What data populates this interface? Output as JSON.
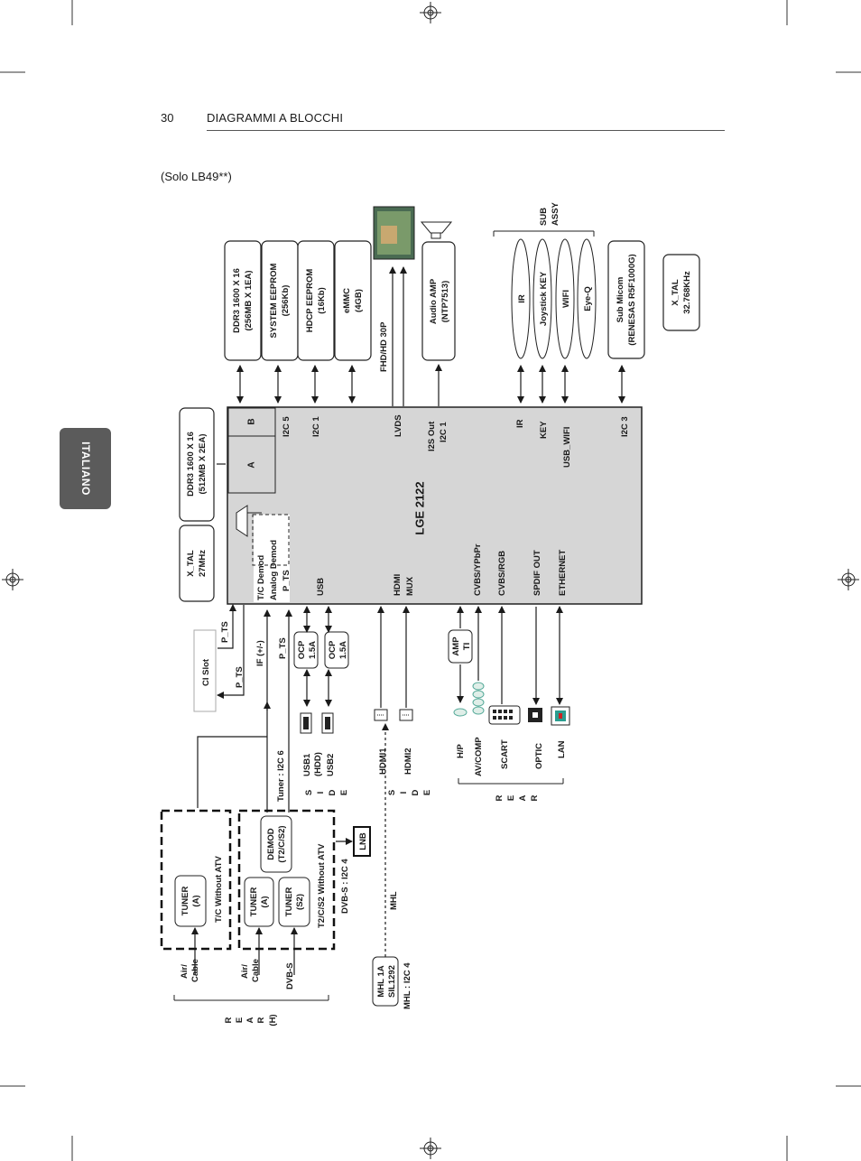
{
  "header": {
    "page_number": "30",
    "title": "DIAGRAMMI A BLOCCHI"
  },
  "subtitle": "(Solo LB49**)",
  "side_tab": "ITALIANO",
  "chip": {
    "name": "LGE 2122",
    "ddr_port_a": "A",
    "ddr_port_b": "B"
  },
  "top_memory": [
    {
      "l1": "DDR3  1600 X 16",
      "l2": "(256MB X 1EA)",
      "bus": "I2C 5"
    },
    {
      "l1": "SYSTEM EEPROM",
      "l2": "(256Kb)",
      "bus": ""
    },
    {
      "l1": "HDCP EEPROM",
      "l2": "(16Kb)",
      "bus": "I2C 1"
    },
    {
      "l1": "eMMC",
      "l2": "(4GB)",
      "bus": ""
    }
  ],
  "panel": {
    "signal": "FHD/HD 30P",
    "bus": "LVDS"
  },
  "audio": {
    "l1": "Audio AMP",
    "l2": "(NTP7513)",
    "bus1": "I2S Out",
    "bus2": "I2C 1"
  },
  "sub_assy": {
    "label1": "SUB",
    "label2": "ASSY",
    "items": [
      {
        "name": "IR",
        "bus": "IR"
      },
      {
        "name": "Joystick KEY",
        "bus": "KEY"
      },
      {
        "name": "WIFI",
        "bus": "USB_WIFI"
      },
      {
        "name": "Eye-Q",
        "bus": ""
      }
    ]
  },
  "sub_micom": {
    "l1": "Sub Micom",
    "l2": "(RENESAS R5F1000G)",
    "bus": "I2C 3"
  },
  "xtal_32k": {
    "l1": "X_TAL",
    "l2": "32.768KHz"
  },
  "left_memory": {
    "l1": "DDR3 1600 X 16",
    "l2": "(512MB X 2EA)"
  },
  "xtal_27m": {
    "l1": "X_TAL",
    "l2": "27MHz"
  },
  "demod": {
    "line1": "T/C Demod",
    "line2": "Analog Demod",
    "line3": "P_TS"
  },
  "left_labels": {
    "usb": "USB",
    "hdmi1": "HDMI",
    "hdmi2": "MUX",
    "cvbs_ypbpr": "CVBS/YPbPr",
    "cvbs_rgb": "CVBS/RGB",
    "spdif": "SPDIF OUT",
    "ethernet": "ETHERNET"
  },
  "ci_slot": {
    "name": "CI Slot",
    "pts_a": "P_TS",
    "pts_b": "P_TS"
  },
  "if_label": "IF (+/-)",
  "pts_label": "P_TS",
  "ocp": [
    {
      "l1": "OCP",
      "l2": "1.5A"
    },
    {
      "l1": "OCP",
      "l2": "1.5A"
    }
  ],
  "tuner_i2c": "Tuner : I2C 6",
  "usb_ports": [
    {
      "l1": "USB1",
      "l2": "(HDD)"
    },
    {
      "l1": "USB2",
      "l2": ""
    }
  ],
  "side_usb": [
    "S",
    "I",
    "D",
    "E"
  ],
  "hdmi_ports": [
    "HDMI1",
    "HDMI2"
  ],
  "side_hdmi": [
    "S",
    "I",
    "D",
    "E"
  ],
  "amp_ti": {
    "l1": "AMP",
    "l2": "TI"
  },
  "rear_av": {
    "hp": "H/P",
    "avcomp": "AV/COMP",
    "scart": "SCART",
    "optic": "OPTIC",
    "lan": "LAN"
  },
  "rear_letters": [
    "R",
    "E",
    "A",
    "R"
  ],
  "tuner_block1": {
    "tuner_l1": "TUNER",
    "tuner_l2": "(A)",
    "caption": "T/C Without ATV"
  },
  "tuner_block2": {
    "demod_l1": "DEMOD",
    "demod_l2": "(T2/C/S2)",
    "tuner_a_l1": "TUNER",
    "tuner_a_l2": "(A)",
    "tuner_s2_l1": "TUNER",
    "tuner_s2_l2": "(S2)",
    "caption": "T2/C/S2 Without ATV"
  },
  "dvbs_i2c": "DVB-S : I2C 4",
  "lnb": "LNB",
  "rf_inputs": {
    "air_cable1_l1": "Air/",
    "air_cable1_l2": "Cable",
    "air_cable2_l1": "Air/",
    "air_cable2_l2": "Cable",
    "dvbs": "DVB-S"
  },
  "rear_h": [
    "R",
    "E",
    "A",
    "R",
    "(H)"
  ],
  "mhl": {
    "label": "MHL",
    "chip_l1": "MHL 1A",
    "chip_l2": "SIL1292",
    "i2c": "MHL : I2C 4"
  }
}
